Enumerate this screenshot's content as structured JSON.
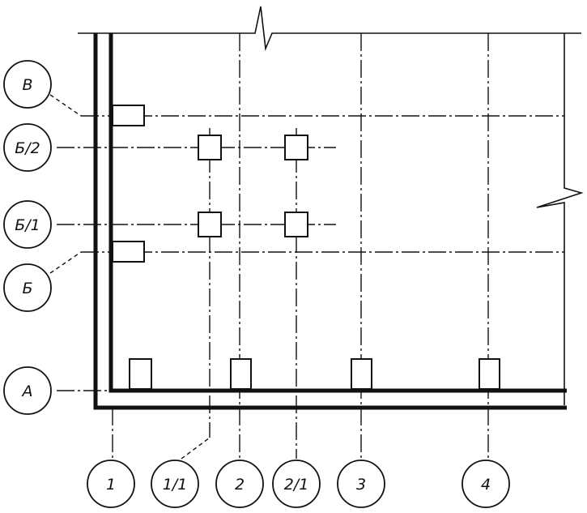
{
  "axes": {
    "horizontal": [
      {
        "id": "V",
        "label": "В"
      },
      {
        "id": "B2",
        "label": "Б/2"
      },
      {
        "id": "B1",
        "label": "Б/1"
      },
      {
        "id": "B",
        "label": "Б"
      },
      {
        "id": "A",
        "label": "А"
      }
    ],
    "vertical": [
      {
        "id": "1",
        "label": "1"
      },
      {
        "id": "1-1",
        "label": "1/1"
      },
      {
        "id": "2",
        "label": "2"
      },
      {
        "id": "2-1",
        "label": "2/1"
      },
      {
        "id": "3",
        "label": "3"
      },
      {
        "id": "4",
        "label": "4"
      }
    ]
  }
}
